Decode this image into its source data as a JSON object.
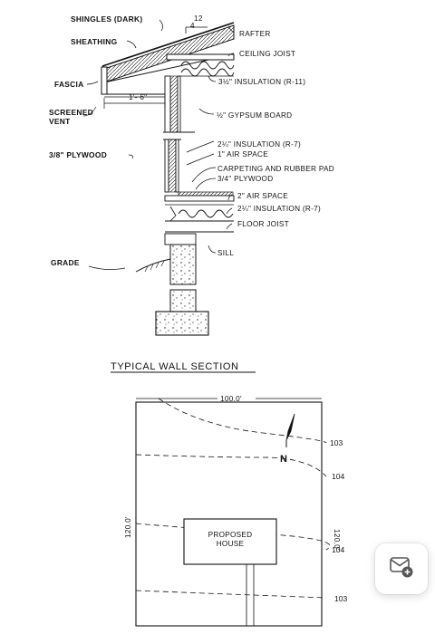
{
  "wall_section": {
    "title": "TYPICAL WALL SECTION",
    "pitch_rise": "4",
    "pitch_run": "12",
    "overhang": "1'- 6\"",
    "labels": {
      "shingles": "SHINGLES (DARK)",
      "sheathing": "SHEATHING",
      "fascia": "FASCIA",
      "screened_vent_1": "SCREENED",
      "screened_vent_2": "VENT",
      "plywood_38": "3/8\" PLYWOOD",
      "grade": "GRADE",
      "rafter": "RAFTER",
      "ceiling_joist": "CEILING JOIST",
      "insulation_r11": "3½\" INSULATION (R-11)",
      "gypsum": "½\" GYPSUM BOARD",
      "insulation_r7_wall": "2¼\" INSULATION (R-7)",
      "air_space_1": "1\" AIR SPACE",
      "carpeting": "CARPETING AND RUBBER PAD",
      "plywood_34": "3/4\" PLYWOOD",
      "air_space_2": "2\" AIR SPACE",
      "insulation_r7_floor": "2¼\" INSULATION (R-7)",
      "floor_joist": "FLOOR JOIST",
      "sill": "SILL"
    }
  },
  "site_plan": {
    "width_dim": "100.0'",
    "depth_dim_left": "120.0'",
    "depth_dim_right": "120.0'",
    "north": "N",
    "house_label_1": "PROPOSED",
    "house_label_2": "HOUSE",
    "contours": [
      "103",
      "104",
      "104",
      "103"
    ]
  },
  "widget": {
    "icon": "add-image-icon"
  }
}
